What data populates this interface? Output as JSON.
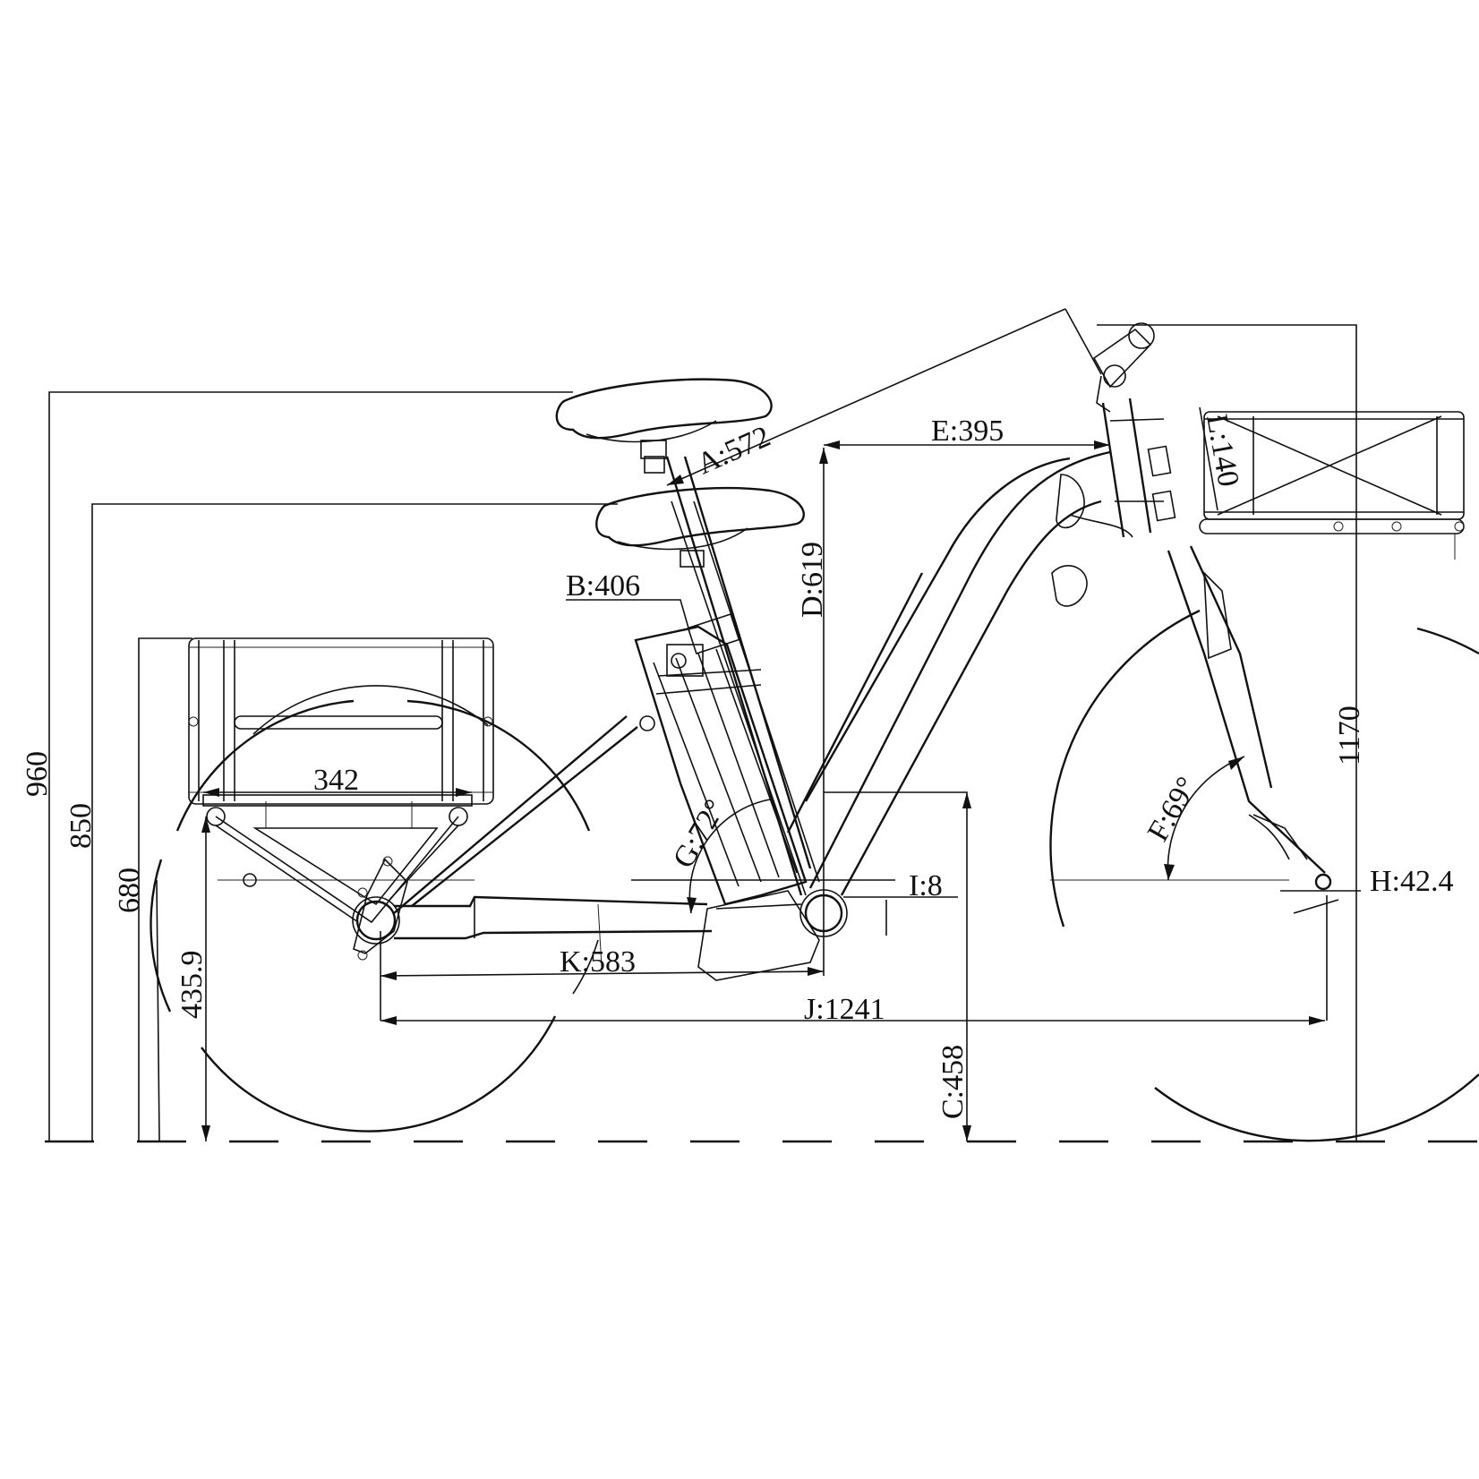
{
  "labels": {
    "A": "A:572",
    "B": "B:406",
    "C": "C:458",
    "D": "D:619",
    "E": "E:395",
    "F": "F:69°",
    "G": "G:72°",
    "H": "H:42.4",
    "I": "I:8",
    "J": "J:1241",
    "K": "K:583",
    "L": "L:140",
    "h960": "960",
    "h850": "850",
    "h680": "680",
    "h435": "435.9",
    "h1170": "1170",
    "w342": "342"
  }
}
